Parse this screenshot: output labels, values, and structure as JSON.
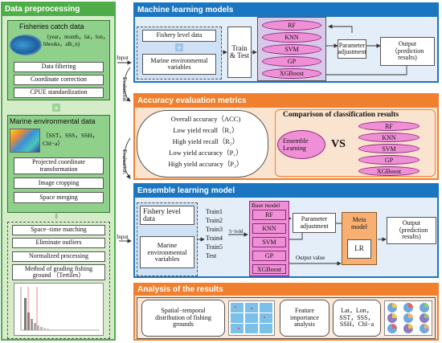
{
  "left": {
    "title": "Data preprocessing",
    "catch_title": "Fisheries catch data",
    "catch_vars": "（year，month，lat，lon，hhooks，alb_n)",
    "steps1": [
      "Data filtering",
      "Coordinate correction",
      "CPUE standardization"
    ],
    "env_title": "Marine environmental data",
    "env_vars": "（SST，SSS，SSH，Chl−a）",
    "steps2": [
      "Projected coordinate transformation",
      "Image cropping",
      "Space merging"
    ],
    "steps3": [
      "Space−time matching",
      "Eliminate outliers",
      "Normalized processing",
      "Method of grading fishing ground （Tertiles）"
    ]
  },
  "ml": {
    "title": "Machine learning models",
    "fishery": "Fishery level data",
    "marine": "Marine environmental variables",
    "train_test": "Train & Test",
    "models": [
      "RF",
      "KNN",
      "SVM",
      "GP",
      "XGBoost"
    ],
    "param": "Parameter adjustment",
    "output": "Output （prediction results)"
  },
  "acc": {
    "title": "Accuracy evaluation metrics",
    "metrics": [
      "Overall accuracy（ACC)",
      "Low yield recall（R₁）",
      "High yield recall（R₂）",
      "Low yield accuracy（P₁）",
      "High yield accuracy（P₂）"
    ],
    "compare_title": "Comparison of classification results",
    "ensemble": "Ensemble Learning",
    "vs": "VS",
    "models": [
      "RF",
      "KNN",
      "SVM",
      "GP",
      "XGBoost"
    ]
  },
  "ens": {
    "title": "Ensemble learning model",
    "fishery": "Fishery level data",
    "marine": "Marine environmental variables",
    "trains": [
      "Train1",
      "Train2",
      "Train3",
      "Train4",
      "Train5",
      "Test"
    ],
    "fold": "5−fold",
    "base_title": "Base model",
    "base_models": [
      "RF",
      "KNN",
      "SVM",
      "GP",
      "XGBoost"
    ],
    "param": "Parameter adjustment",
    "output_value": "Output value",
    "meta": "Meta model",
    "lr": "LR",
    "output": "Output （prediction results)"
  },
  "res": {
    "title": "Analysis of the results",
    "spatial": "Spatial−temporal distribution of fishing grounds",
    "feature": "Feature importance analysis",
    "vars": "Lat，Lon，SST，SSS，SSH，Chl−a"
  },
  "connectors": {
    "input1": "Input",
    "input2": "Input",
    "eval1": "Evaluation",
    "eval2": "Evaluation"
  },
  "colors": {
    "green": "#4fae4a",
    "green_light": "#d5ecc9",
    "blue": "#1b76c2",
    "blue_light": "#e3eef9",
    "orange": "#f0802e",
    "orange_light": "#fbe4cf",
    "pink": "#ef8fd6",
    "teal": "#6fc7d2"
  }
}
